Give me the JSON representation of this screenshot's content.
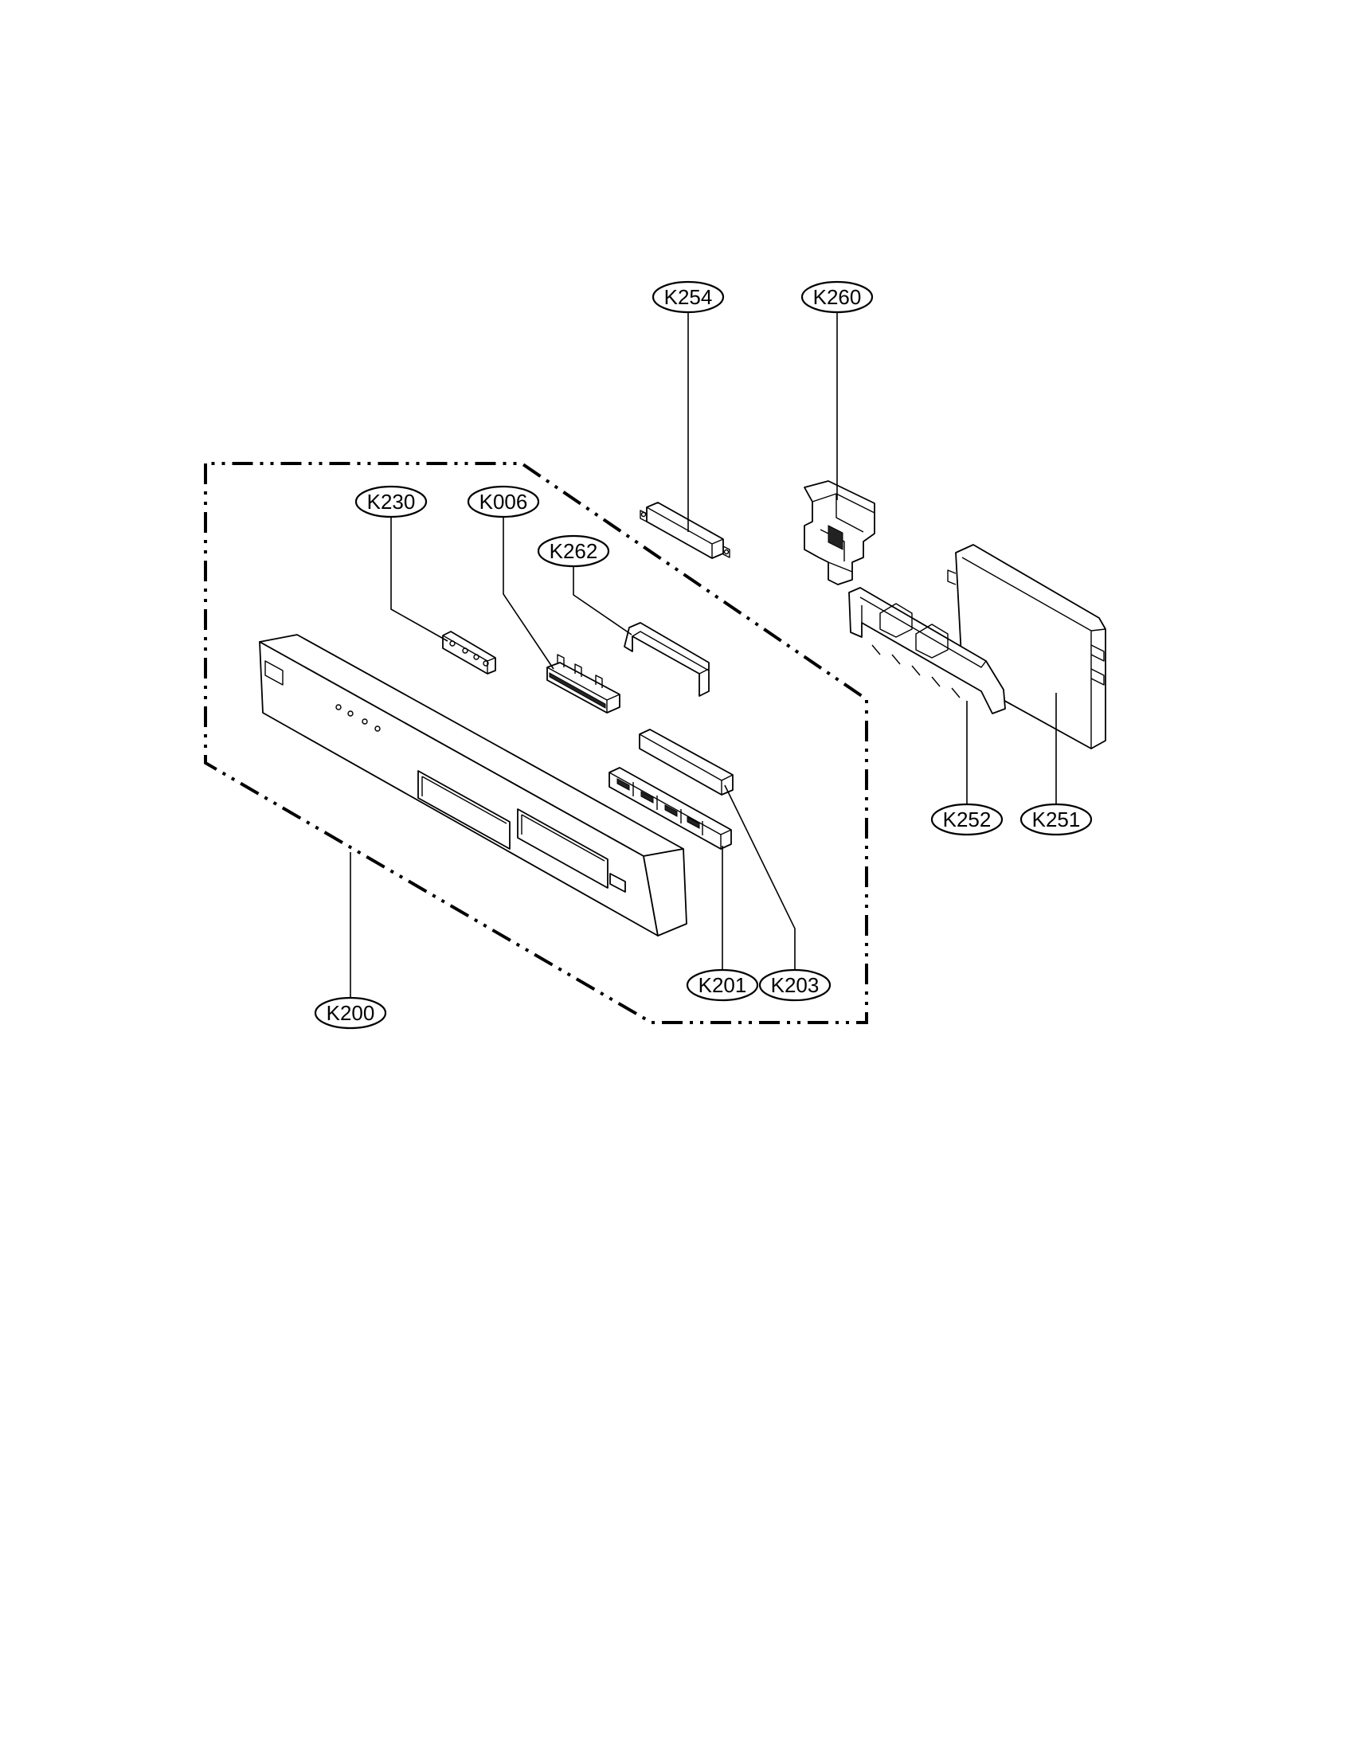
{
  "diagram": {
    "type": "exploded-parts-view",
    "line_color": "#000000",
    "background": "#ffffff",
    "callouts": [
      {
        "id": "K254",
        "label": "K254"
      },
      {
        "id": "K260",
        "label": "K260"
      },
      {
        "id": "K230",
        "label": "K230"
      },
      {
        "id": "K006",
        "label": "K006"
      },
      {
        "id": "K262",
        "label": "K262"
      },
      {
        "id": "K252",
        "label": "K252"
      },
      {
        "id": "K251",
        "label": "K251"
      },
      {
        "id": "K201",
        "label": "K201"
      },
      {
        "id": "K203",
        "label": "K203"
      },
      {
        "id": "K200",
        "label": "K200"
      }
    ]
  }
}
